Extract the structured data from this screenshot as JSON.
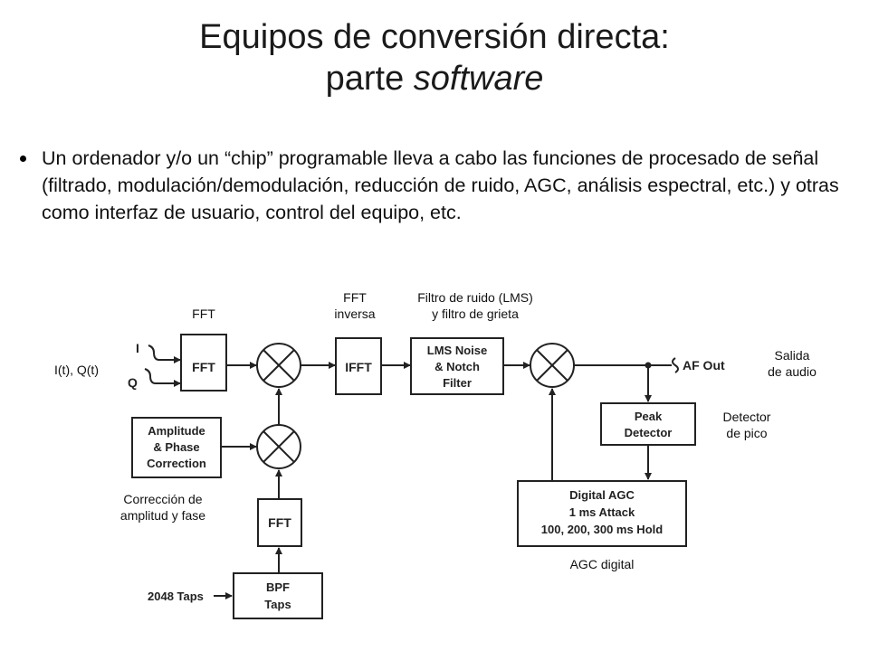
{
  "title": {
    "line1": "Equipos de conversión directa:",
    "line2_prefix": "parte ",
    "line2_italic": "software"
  },
  "bullet": "Un ordenador y/o un “chip” programable lleva a cabo las funciones de procesado de señal (filtrado, modulación/demodulación, reducción de ruido, AGC, análisis espectral, etc.) y otras como interfaz de usuario, control del equipo, etc.",
  "labels": {
    "fft": "FFT",
    "fft_inversa_1": "FFT",
    "fft_inversa_2": "inversa",
    "filtro_1": "Filtro de ruido (LMS)",
    "filtro_2": "y filtro de grieta",
    "iq": "I(t), Q(t)",
    "salida_1": "Salida",
    "salida_2": "de audio",
    "detector_1": "Detector",
    "detector_2": "de pico",
    "correccion_1": "Corrección de",
    "correccion_2": "amplitud y fase",
    "agc_digital": "AGC digital"
  },
  "diagram": {
    "input_i": "I",
    "input_q": "Q",
    "fft_top": "FFT",
    "ifft": "IFFT",
    "lms_1": "LMS Noise",
    "lms_2": "& Notch",
    "lms_3": "Filter",
    "af_out": "AF Out",
    "peak_1": "Peak",
    "peak_2": "Detector",
    "amp_1": "Amplitude",
    "amp_2": "& Phase",
    "amp_3": "Correction",
    "agc_1": "Digital AGC",
    "agc_2": "1 ms Attack",
    "agc_3": "100, 200, 300 ms Hold",
    "fft_bottom": "FFT",
    "bpf_1": "BPF",
    "bpf_2": "Taps",
    "taps": "2048 Taps"
  }
}
